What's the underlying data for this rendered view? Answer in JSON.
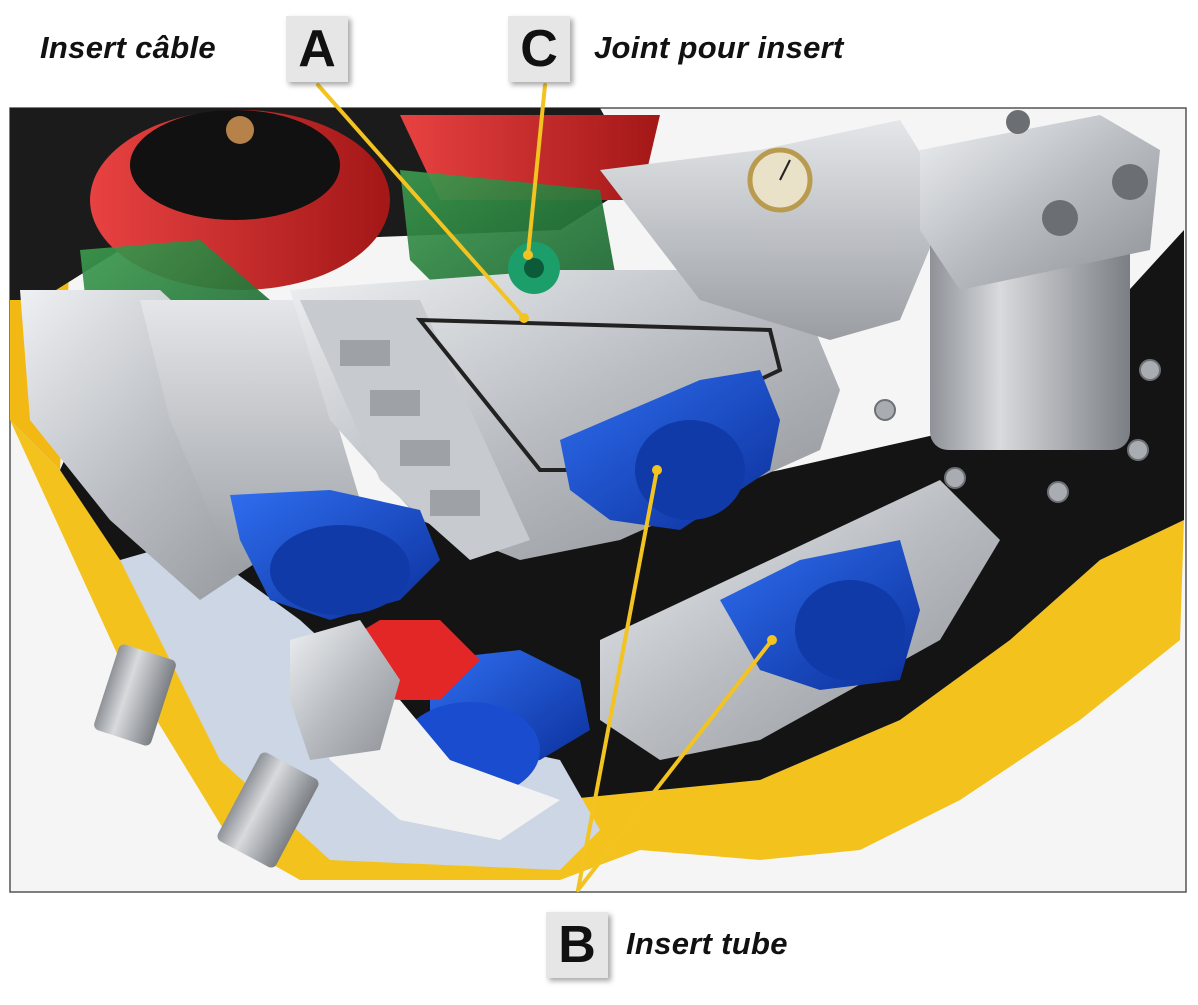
{
  "callouts": {
    "a": {
      "letter": "A",
      "caption": "Insert câble"
    },
    "b": {
      "letter": "B",
      "caption": "Insert tube"
    },
    "c": {
      "letter": "C",
      "caption": "Joint pour insert"
    }
  },
  "colors": {
    "accent_line": "#f2c321",
    "housing_yellow": "#f4c21c",
    "insert_blue": "#1448c8",
    "joint_green": "#1f7a3a",
    "base_black": "#111111",
    "aluminium": "#c9ccd0"
  }
}
